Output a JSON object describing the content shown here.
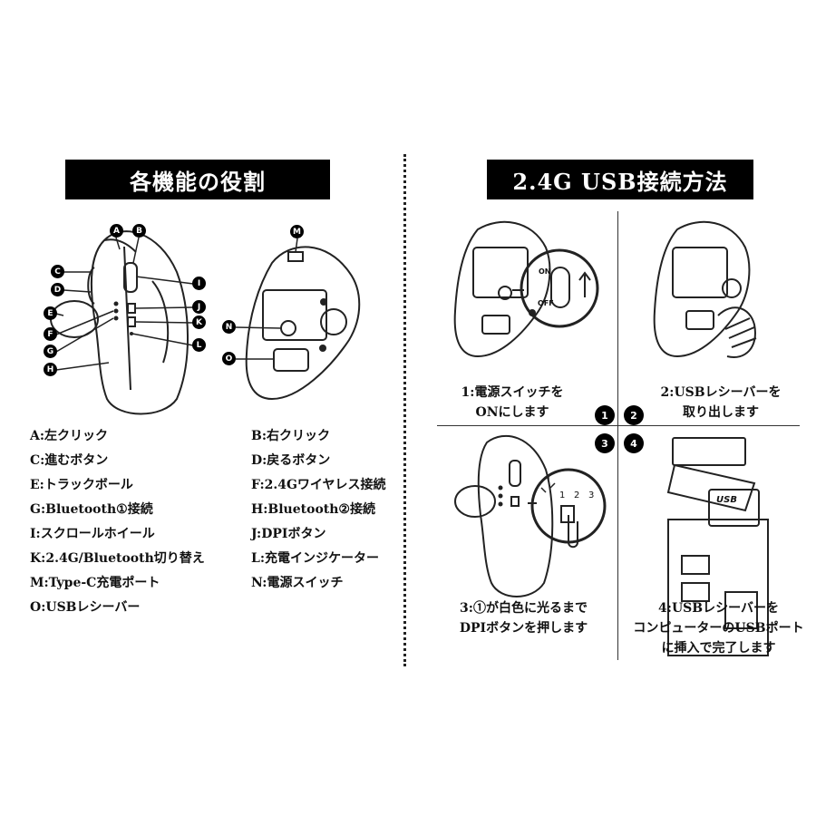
{
  "left": {
    "title": "各機能の役割",
    "callout_letters": [
      "A",
      "B",
      "C",
      "D",
      "E",
      "F",
      "G",
      "H",
      "I",
      "J",
      "K",
      "L",
      "M",
      "N",
      "O"
    ],
    "features": [
      "A:左クリック",
      "B:右クリック",
      "C:進むボタン",
      "D:戻るボタン",
      "E:トラックボール",
      "F:2.4Gワイヤレス接続",
      "G:Bluetooth①接続",
      "H:Bluetooth②接続",
      "I:スクロールホイール",
      "J:DPIボタン",
      "K:2.4G/Bluetooth切り替え",
      "L:充電インジケーター",
      "M:Type-C充電ポート",
      "N:電源スイッチ",
      "O:USBレシーバー"
    ]
  },
  "right": {
    "title": "2.4G USB接続方法",
    "switch_on": "ON",
    "switch_off": "OFF",
    "usb_label": "USB",
    "steps": [
      {
        "num": "1",
        "lines": [
          "1:電源スイッチを",
          "ONにします"
        ]
      },
      {
        "num": "2",
        "lines": [
          "2:USBレシーバーを",
          "取り出します"
        ]
      },
      {
        "num": "3",
        "lines": [
          "3:①が白色に光るまで",
          "DPIボタンを押します"
        ]
      },
      {
        "num": "4",
        "lines": [
          "4:USBレシーバーを",
          "コンピューターのUSBポート",
          "に挿入で完了します"
        ]
      }
    ],
    "indicator_labels": [
      "1",
      "2",
      "3"
    ]
  }
}
